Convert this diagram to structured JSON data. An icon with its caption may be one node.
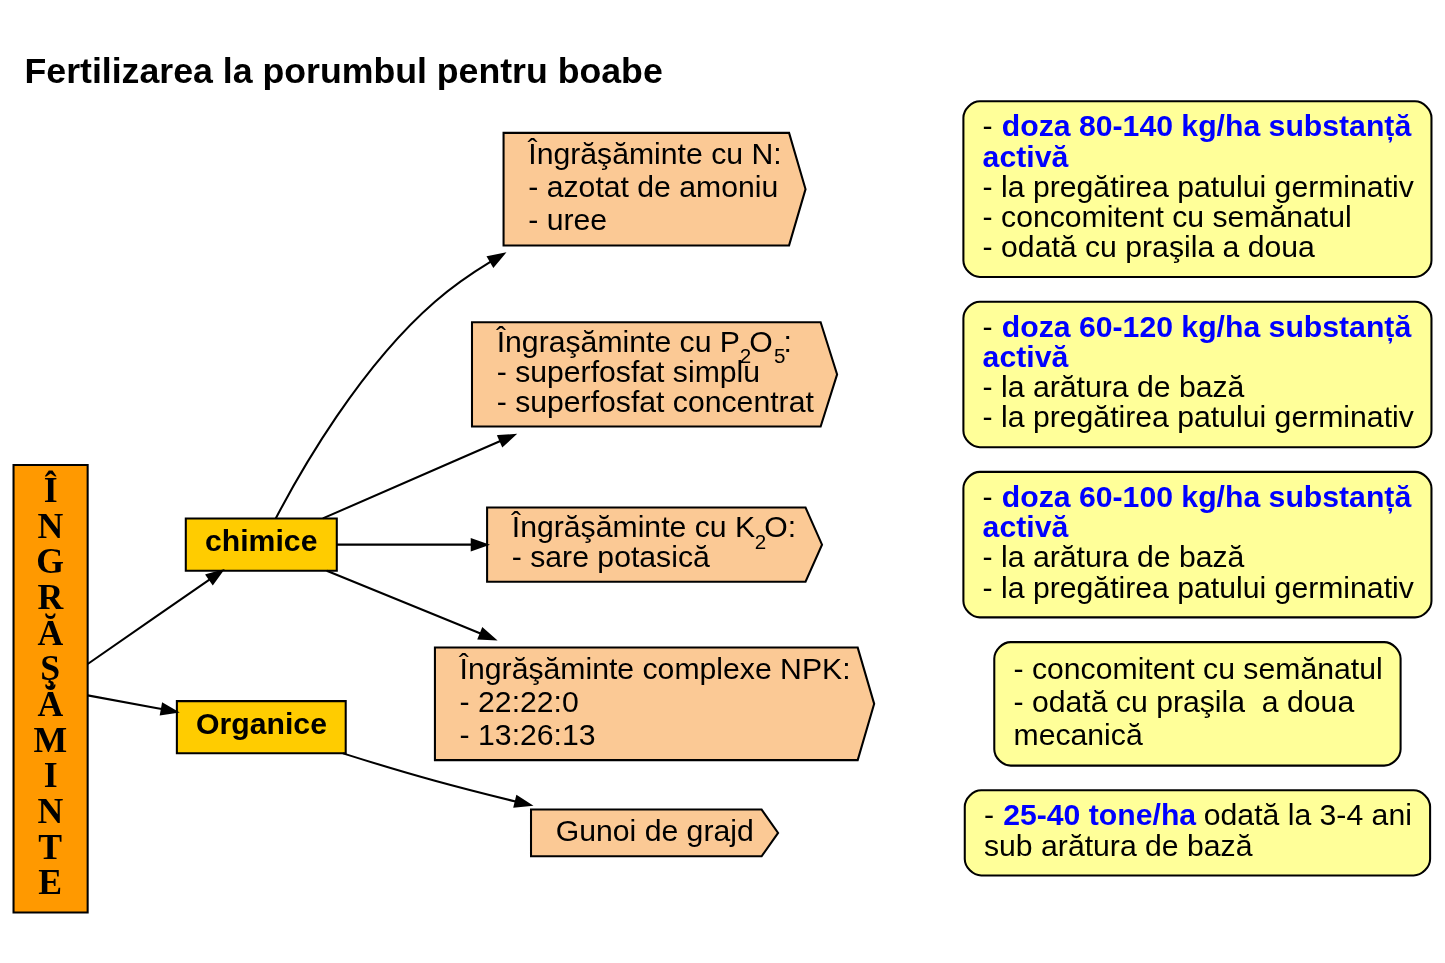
{
  "diagram": {
    "title": "Fertilizarea la porumbul pentru boabe",
    "nodes": [
      {
        "text": [
          "ÎNGRĂŞĂMINTE"
        ]
      },
      {
        "text": [
          "chimice"
        ]
      },
      {
        "text": [
          "Organice"
        ]
      },
      {
        "text": [
          "Îngrăşăminte cu N:",
          "- azotat de amoniu",
          "- uree"
        ]
      },
      {
        "text": [
          "Îngraşăminte cu P$_{2}$O$_{5}$:",
          "- superfosfat simplu",
          "- superfosfat concentrat"
        ]
      },
      {
        "text": [
          "Îngrăşăminte cu K$_{2}$O:",
          "- sare potasică"
        ]
      },
      {
        "text": [
          "Îngrăşăminte complexe NPK:",
          "- 22:22:0",
          "- 13:26:13"
        ]
      },
      {
        "text": [
          "Gunoi de grajd"
        ]
      },
      {
        "text": [
          "- **doza 80-140 kg/ha substanță activă**",
          "- la pregătirea patului germinativ",
          "- concomitent cu semănatul",
          "- odată cu praşila a doua"
        ]
      },
      {
        "text": [
          "- **doza 60-120 kg/ha substanță activă**",
          "- la arătura de bază",
          "- la pregătirea patului germinativ"
        ]
      },
      {
        "text": [
          "- **doza 60-100 kg/ha substanță activă**",
          "- la arătura de bază",
          "- la pregătirea patului germinativ"
        ]
      },
      {
        "text": [
          "- concomitent cu semănatul",
          "- odată cu praşila  a doua mecanică"
        ]
      },
      {
        "text": [
          "- **25-40 tone/ha** odată la 3-4 ani sub arătura de bază"
        ]
      }
    ],
    "edges": [
      {
        "from": 0,
        "to": 1,
        "arrow": "to"
      },
      {
        "from": 0,
        "to": 2,
        "arrow": "to"
      },
      {
        "from": 1,
        "to": 3,
        "arrow": "to"
      },
      {
        "from": 1,
        "to": 4,
        "arrow": "to"
      },
      {
        "from": 1,
        "to": 5,
        "arrow": "to"
      },
      {
        "from": 1,
        "to": 6,
        "arrow": "to"
      },
      {
        "from": 2,
        "to": 7,
        "arrow": "to"
      }
    ]
  }
}
